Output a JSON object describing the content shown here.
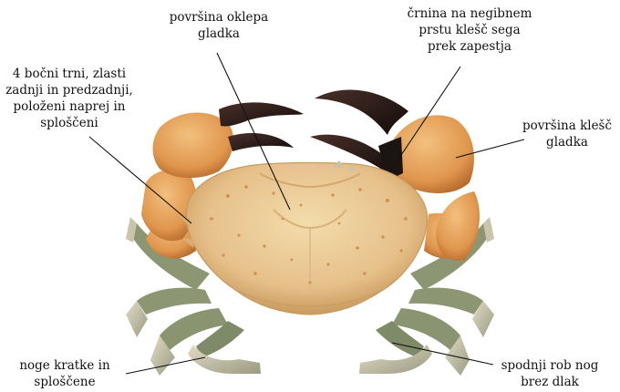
{
  "annotations": {
    "carapace_surface": [
      "površina oklepa",
      "gladka"
    ],
    "finger_black": [
      "črnina na negibnem",
      "prstu klešč sega",
      "prek zapestja"
    ],
    "lateral_spines": [
      "4 bočni trni, zlasti",
      "zadnji in predzadnji,",
      "položeni naprej in",
      "sploščeni"
    ],
    "claw_surface": [
      "površina klešč",
      "gladka"
    ],
    "legs_short": [
      "noge kratke in",
      "sploščene"
    ],
    "legs_lower_edge": [
      "spodnji rob nog",
      "brez dlak"
    ]
  },
  "colors": {
    "carapace": "#e8c48e",
    "carapace_spots": "#c9803f",
    "claw": "#e7a45c",
    "claw_dark": "#b96a2a",
    "finger_black": "#1c1412",
    "legs_green": "#8a9470",
    "legs_pale": "#d8d2bc",
    "leader_line": "#111111"
  }
}
